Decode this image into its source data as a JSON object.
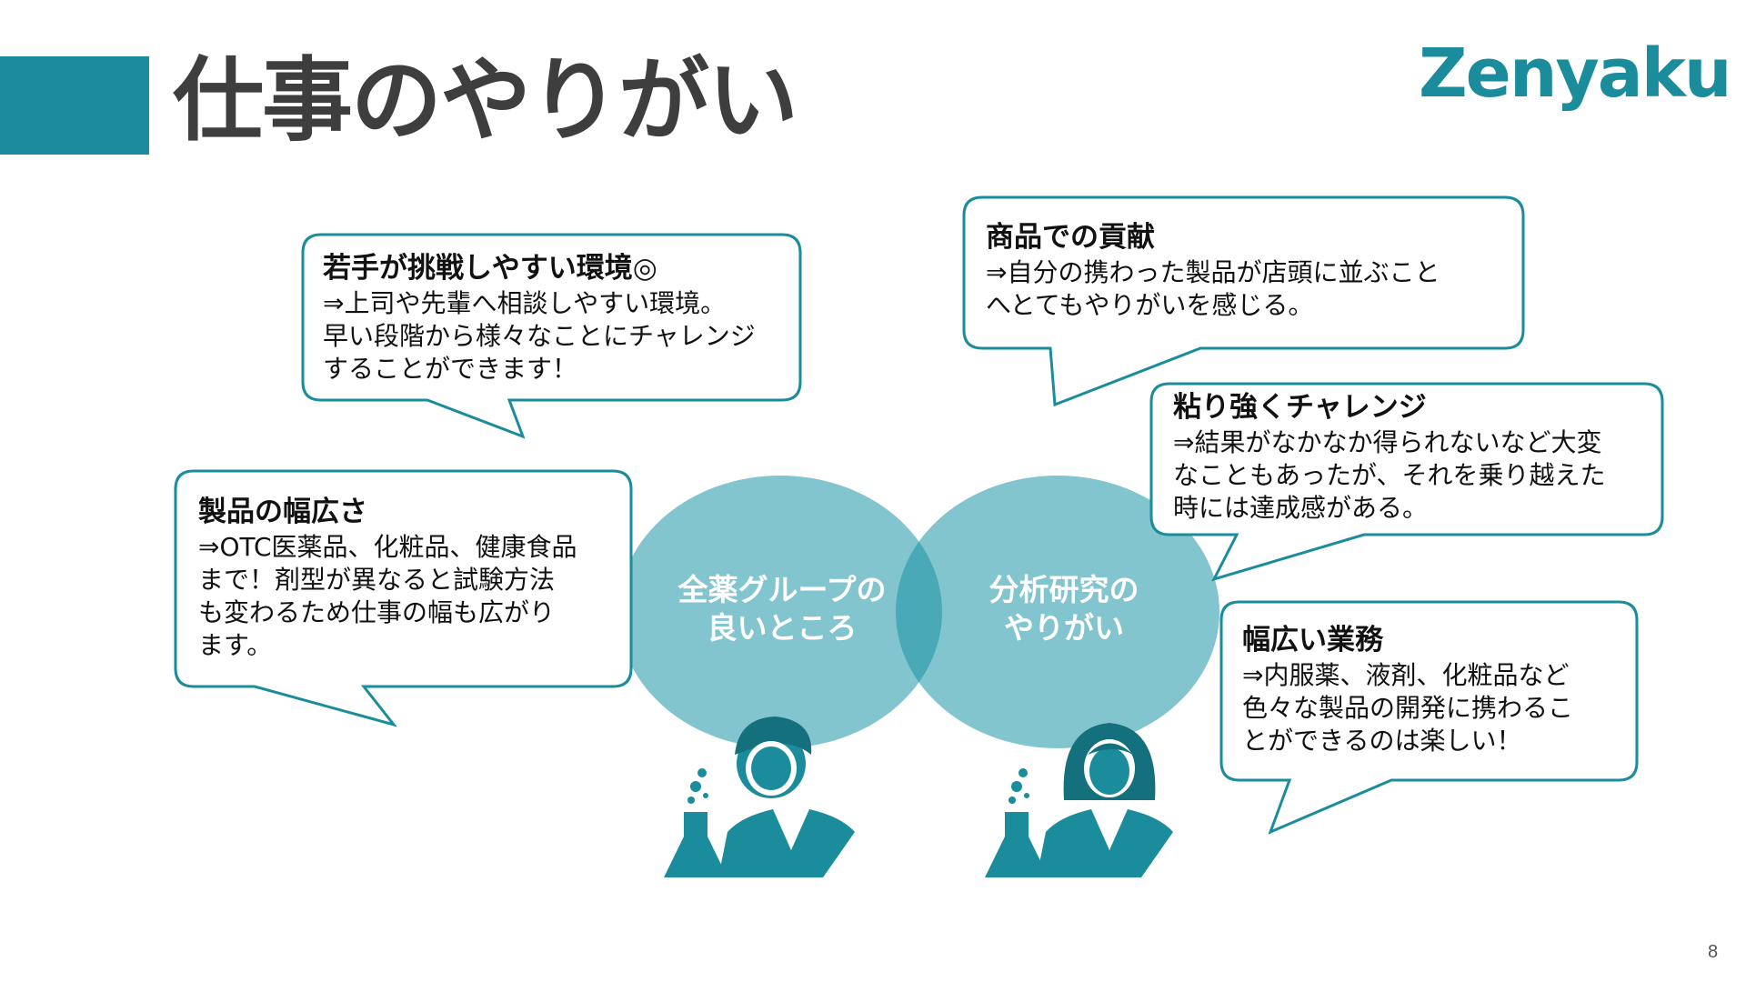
{
  "header": {
    "title": "仕事のやりがい",
    "logo_text": "Zenyaku"
  },
  "colors": {
    "brand": "#1a8c9b",
    "circle_fill": "#82c5cf",
    "circle_overlap": "#4aa9b7",
    "title_text": "#3e3e3e"
  },
  "circles": {
    "left_label": "全薬グループの\n良いところ",
    "right_label": "分析研究の\nやりがい"
  },
  "bubbles": {
    "young_environment": {
      "heading": "若手が挑戦しやすい環境◎",
      "body": "⇒上司や先輩へ相談しやすい環境。\n早い段階から様々なことにチャレンジ\nすることができます！"
    },
    "product_range": {
      "heading": "製品の幅広さ",
      "body": "⇒OTC医薬品、化粧品、健康食品\nまで！剤型が異なると試験方法\nも変わるため仕事の幅も広がり\nます。"
    },
    "product_contribution": {
      "heading": "商品での貢献",
      "body": "⇒自分の携わった製品が店頭に並ぶこと\nへとてもやりがいを感じる。"
    },
    "persistent_challenge": {
      "heading": "粘り強くチャレンジ",
      "body": "⇒結果がなかなか得られないなど大変\nなこともあったが、それを乗り越えた\n時には達成感がある。"
    },
    "broad_work": {
      "heading": "幅広い業務",
      "body": "⇒内服薬、液剤、化粧品など\n色々な製品の開発に携わるこ\nとができるのは楽しい！"
    }
  },
  "icons": {
    "left_person": "male-scientist-icon",
    "right_person": "female-scientist-icon"
  },
  "page_number": "8"
}
